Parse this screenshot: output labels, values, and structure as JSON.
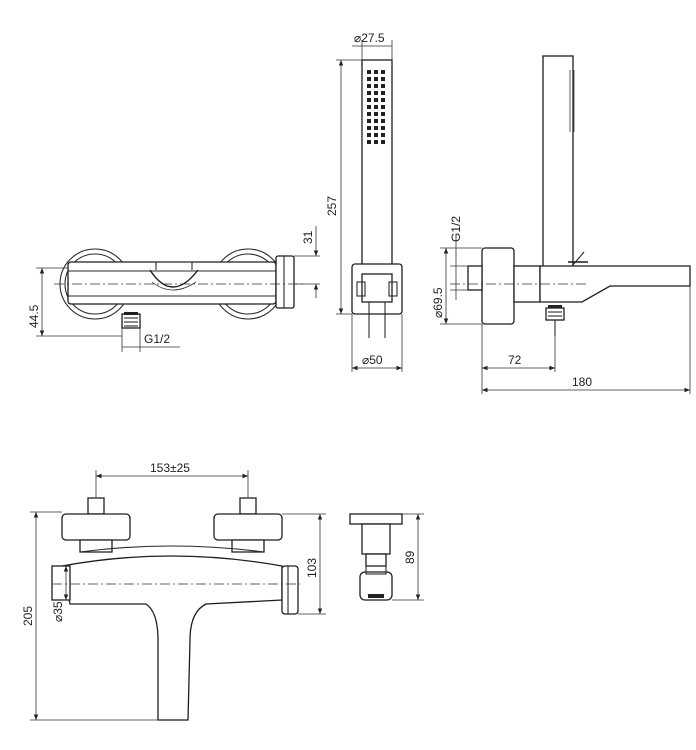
{
  "dimensions": {
    "d_27_5": "27.5",
    "d_257": "257",
    "d_31": "31",
    "d_44_5": "44.5",
    "g_left": "G1/2",
    "d_50": "50",
    "g_right": "G1/2",
    "d_69_5": "69.5",
    "d_72": "72",
    "d_180": "180",
    "d_153": "153±25",
    "d_205": "205",
    "d_35": "35",
    "d_103": "103",
    "d_89": "89"
  },
  "symbols": {
    "diameter": "⌀"
  }
}
